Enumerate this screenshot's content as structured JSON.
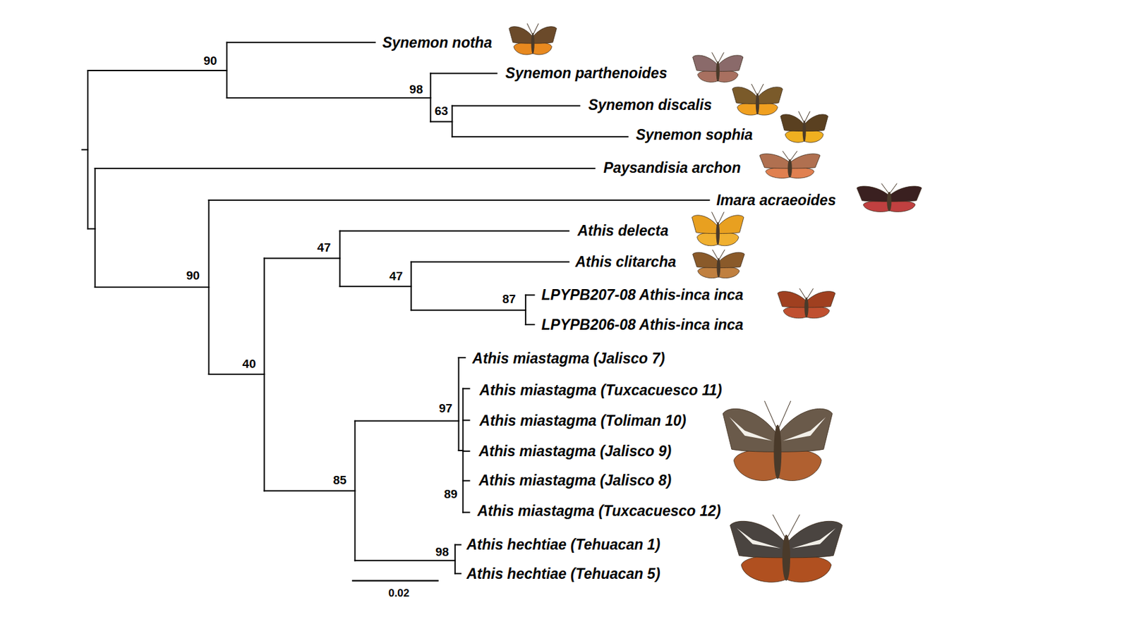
{
  "diagram": {
    "labels": [
      "Synemon notha",
      "90",
      "Synemon parthenoides",
      "98",
      "63",
      "Synemon discalis",
      "Synemon sophia",
      "Paysandisia archon",
      "Imara acraeoides",
      "Athis delecta",
      "47",
      "Athis clitarcha",
      "90",
      "47",
      "87",
      "LPYPB207-08 Athis-inca inca",
      "LPYPB206-08 Athis-inca inca",
      "40",
      "Athis miastagma (Jalisco 7)",
      "Athis miastagma (Tuxcacuesco 11)",
      "97",
      "Athis miastagma (Toliman 10)",
      "Athis miastagma (Jalisco 9)",
      "85",
      "Athis miastagma (Jalisco 8)",
      "89",
      "Athis miastagma (Tuxcacuesco 12)",
      "Athis hechtiae (Tehuacan 1)",
      "98",
      "Athis hechtiae (Tehuacan 5)",
      "0.02"
    ]
  }
}
